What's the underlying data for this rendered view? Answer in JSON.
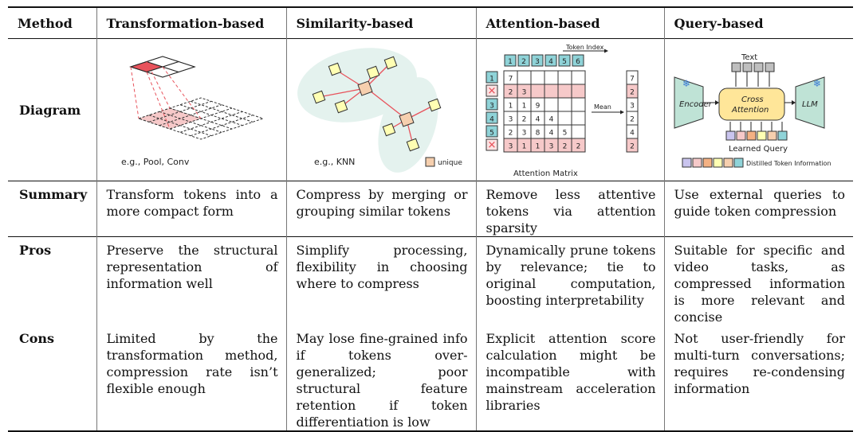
{
  "headers": {
    "method": "Method",
    "col1": "Transformation-based",
    "col2": "Similarity-based",
    "col3": "Attention-based",
    "col4": "Query-based"
  },
  "rows": {
    "diagram": "Diagram",
    "summary": "Summary",
    "pros": "Pros",
    "cons": "Cons"
  },
  "diagram_labels": {
    "transformation_caption": "e.g., Pool, Conv",
    "similarity_caption": "e.g., KNN",
    "similarity_unique": "unique",
    "attention_token_index": "Token Index",
    "attention_mean": "Mean",
    "attention_matrix": "Attention Matrix",
    "attention_header_tokens": [
      "1",
      "2",
      "3",
      "4",
      "5",
      "6"
    ],
    "attention_row_labels": [
      "1",
      "✕",
      "3",
      "4",
      "5",
      "✕"
    ],
    "attention_rows": [
      [
        "7"
      ],
      [
        "2",
        "3"
      ],
      [
        "1",
        "1",
        "9"
      ],
      [
        "3",
        "2",
        "4",
        "4"
      ],
      [
        "2",
        "3",
        "8",
        "4",
        "5"
      ],
      [
        "3",
        "1",
        "1",
        "3",
        "2",
        "2"
      ]
    ],
    "attention_means": [
      "7",
      "2",
      "3",
      "2",
      "4",
      "2"
    ],
    "query_text": "Text",
    "query_encoder": "Encoder",
    "query_cross": "Cross",
    "query_attention": "Attention",
    "query_llm": "LLM",
    "query_learned": "Learned Query",
    "query_distilled": "Distilled Token Information"
  },
  "cells": {
    "summary": [
      "Transform tokens into a more compact form",
      "Compress by merging or grouping similar tokens",
      "Remove less attentive tokens via attention sparsity",
      "Use external queries to guide token compression"
    ],
    "pros": [
      "Preserve the structural representation of information well",
      "Simplify processing, flexibility in choosing where to compress",
      "Dynamically prune tokens by relevance; tie to original computation, boosting interpretability",
      "Suitable for specific and video tasks, as compressed information is more relevant and concise"
    ],
    "cons": [
      "Limited by the transformation method, compression rate isn’t flexible enough",
      "May lose fine-grained info if tokens over-generalized; poor structural feature retention if token differentiation is low",
      "Explicit attention score calculation might be incompatible with mainstream acceleration libraries",
      "Not user-friendly for multi-turn conversations; requires re-condensing information"
    ]
  },
  "colors": {
    "pink": "#f6c9c9",
    "red": "#e8535c",
    "teal": "#8fd3d8",
    "yellow": "#ffffb3",
    "peach": "#f6cfae",
    "cloud": "#e4f2ee"
  }
}
